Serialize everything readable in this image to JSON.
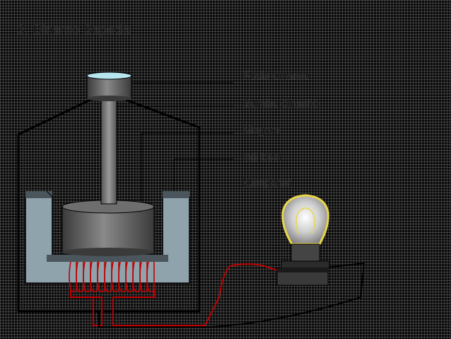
{
  "title": "3. Dinamo Sepeda",
  "labels": {
    "roda": "Roda dinamo",
    "sumbu": "Sumbu dinamo",
    "magnet": "Magnet",
    "inti": "Inti besi",
    "kumparan": "kumparan"
  },
  "colors": {
    "background": "#0b0b0b",
    "housing_outline": "#000000",
    "iron_core": "#8fa3ad",
    "magnet": "#5a5a5a",
    "coil_wire": "#c00000",
    "bulb_glow": "#e8d64a"
  },
  "icons": [
    "dynamo-wheel",
    "dynamo-shaft",
    "magnet",
    "iron-core",
    "coil",
    "light-bulb"
  ]
}
